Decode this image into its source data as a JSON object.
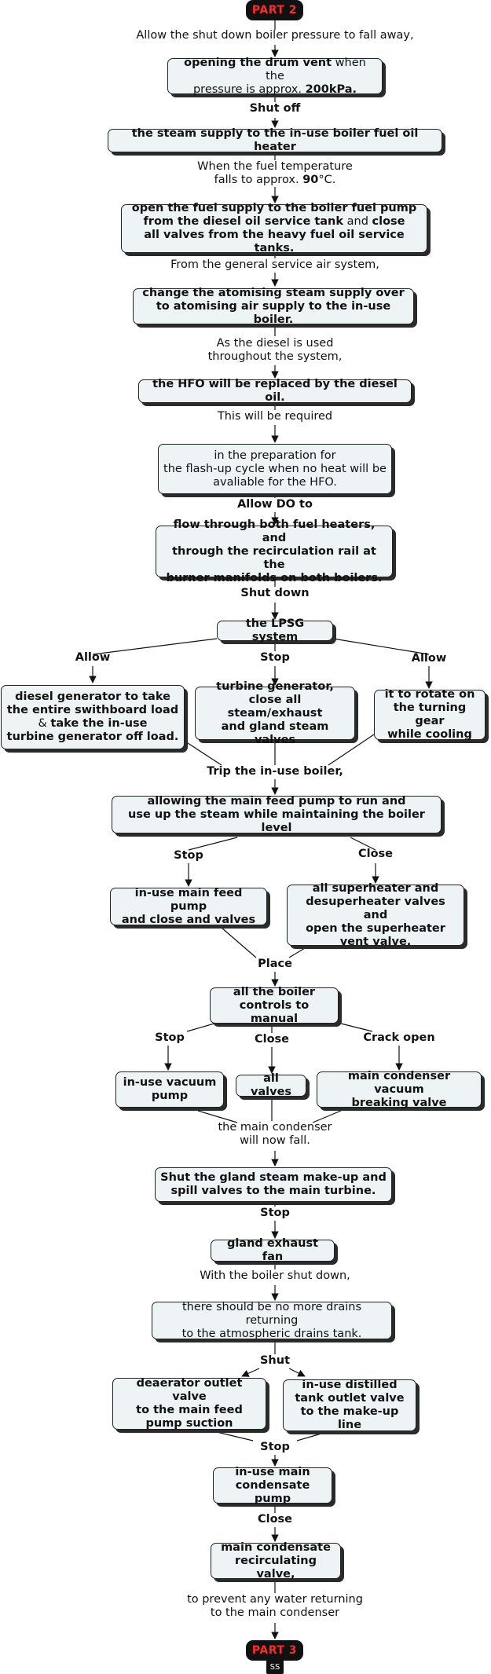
{
  "part_top": "PART 2",
  "part_bottom": "PART 3",
  "logo_text": "SS",
  "boxes": {
    "b1": {
      "segs": [
        {
          "t": "opening the drum vent",
          "b": true
        },
        {
          "t": " when the\npressure is approx. ",
          "b": false
        },
        {
          "t": "200kPa.",
          "b": true
        }
      ]
    },
    "b2": {
      "segs": [
        {
          "t": "the steam supply to the in-use boiler fuel oil heater",
          "b": true
        }
      ]
    },
    "b3": {
      "segs": [
        {
          "t": "open the fuel supply to the boiler fuel pump\nfrom the diesel oil service tank",
          "b": true
        },
        {
          "t": " and ",
          "b": false
        },
        {
          "t": "close\nall valves from the heavy fuel oil service tanks.",
          "b": true
        }
      ]
    },
    "b4": {
      "segs": [
        {
          "t": "change the atomising steam supply over\nto atomising air supply to the in-use boiler.",
          "b": true
        }
      ]
    },
    "b5": {
      "segs": [
        {
          "t": "the HFO will be replaced by the diesel oil.",
          "b": true
        }
      ]
    },
    "b6": {
      "segs": [
        {
          "t": "in the preparation for\nthe flash-up cycle when no heat will be\navaliable for the HFO.",
          "b": false
        }
      ]
    },
    "b7": {
      "segs": [
        {
          "t": "flow through both fuel heaters, and\nthrough the recirculation rail at the\nburner manifolds on both boilers.",
          "b": true
        }
      ]
    },
    "b8": {
      "segs": [
        {
          "t": "the LPSG system",
          "b": true
        }
      ]
    },
    "b9": {
      "segs": [
        {
          "t": "diesel generator to take\nthe entire swithboard load\n",
          "b": true
        },
        {
          "t": "& ",
          "b": false
        },
        {
          "t": "take the in-use\nturbine generator off load.",
          "b": true
        }
      ]
    },
    "b10": {
      "segs": [
        {
          "t": "turbine generator,\nclose all steam/exhaust\nand gland steam valves",
          "b": true
        }
      ]
    },
    "b11": {
      "segs": [
        {
          "t": "it to rotate on\nthe turning gear\nwhile cooling",
          "b": true
        }
      ]
    },
    "b12": {
      "segs": [
        {
          "t": "allowing the main feed pump to run and\nuse up the steam while maintaining the boiler level",
          "b": true
        }
      ]
    },
    "b13": {
      "segs": [
        {
          "t": "in-use main feed pump\nand close and valves",
          "b": true
        }
      ]
    },
    "b14": {
      "segs": [
        {
          "t": "all superheater and\ndesuperheater valves and\nopen the superheater\nvent valve.",
          "b": true
        }
      ]
    },
    "b15": {
      "segs": [
        {
          "t": "all the boiler\ncontrols to manual",
          "b": true
        }
      ]
    },
    "b16": {
      "segs": [
        {
          "t": "in-use vacuum\npump",
          "b": true
        }
      ]
    },
    "b17": {
      "segs": [
        {
          "t": "all valves",
          "b": true
        }
      ]
    },
    "b18": {
      "segs": [
        {
          "t": "main condenser vacuum\nbreaking valve",
          "b": true
        }
      ]
    },
    "b19": {
      "segs": [
        {
          "t": "Shut the gland steam make-up and\nspill valves to the main turbine.",
          "b": true
        }
      ]
    },
    "b20": {
      "segs": [
        {
          "t": "gland exhaust fan",
          "b": true
        }
      ]
    },
    "b21": {
      "segs": [
        {
          "t": "there should be no more drains returning\nto the atmospheric drains tank.",
          "b": false
        }
      ]
    },
    "b22": {
      "segs": [
        {
          "t": "deaerator outlet valve\nto the main feed\npump suction",
          "b": true
        }
      ]
    },
    "b23": {
      "segs": [
        {
          "t": "in-use distilled\ntank outlet valve\nto the make-up line",
          "b": true
        }
      ]
    },
    "b24": {
      "segs": [
        {
          "t": "in-use main\ncondensate pump",
          "b": true
        }
      ]
    },
    "b25": {
      "segs": [
        {
          "t": "main condensate\nrecirculating valve,",
          "b": true
        }
      ]
    }
  },
  "labels": {
    "l1": {
      "segs": [
        {
          "t": "Allow the shut down boiler pressure to fall away,",
          "b": false
        }
      ]
    },
    "l2": {
      "segs": [
        {
          "t": "Shut off",
          "b": true
        }
      ]
    },
    "l3": {
      "segs": [
        {
          "t": "When the fuel temperature\nfalls to approx. ",
          "b": false
        },
        {
          "t": "90",
          "b": true
        },
        {
          "t": "°C.",
          "b": false
        }
      ]
    },
    "l4": {
      "segs": [
        {
          "t": "From the general service air system,",
          "b": false
        }
      ]
    },
    "l5": {
      "segs": [
        {
          "t": "As the diesel is used\nthroughout the system,",
          "b": false
        }
      ]
    },
    "l6": {
      "segs": [
        {
          "t": "This will be required",
          "b": false
        }
      ]
    },
    "l7": {
      "segs": [
        {
          "t": "Allow DO to",
          "b": true
        }
      ]
    },
    "l8": {
      "segs": [
        {
          "t": "Shut down",
          "b": true
        }
      ]
    },
    "l9": {
      "segs": [
        {
          "t": "Allow",
          "b": true
        }
      ]
    },
    "l10": {
      "segs": [
        {
          "t": "Stop",
          "b": true
        }
      ]
    },
    "l11": {
      "segs": [
        {
          "t": "Allow",
          "b": true
        }
      ]
    },
    "l12": {
      "segs": [
        {
          "t": "Trip the in-use boiler,",
          "b": true
        }
      ]
    },
    "l13": {
      "segs": [
        {
          "t": "Stop",
          "b": true
        }
      ]
    },
    "l14": {
      "segs": [
        {
          "t": "Close",
          "b": true
        }
      ]
    },
    "l15": {
      "segs": [
        {
          "t": "Place",
          "b": true
        }
      ]
    },
    "l16": {
      "segs": [
        {
          "t": "Stop",
          "b": true
        }
      ]
    },
    "l17": {
      "segs": [
        {
          "t": "Close",
          "b": true
        }
      ]
    },
    "l18": {
      "segs": [
        {
          "t": "Crack open",
          "b": true
        }
      ]
    },
    "l19": {
      "segs": [
        {
          "t": "the main condenser\nwill now fall.",
          "b": false
        }
      ]
    },
    "l20": {
      "segs": [
        {
          "t": "Stop",
          "b": true
        }
      ]
    },
    "l21": {
      "segs": [
        {
          "t": "With the boiler shut down,",
          "b": false
        }
      ]
    },
    "l22": {
      "segs": [
        {
          "t": "Shut",
          "b": true
        }
      ]
    },
    "l23": {
      "segs": [
        {
          "t": "Stop",
          "b": true
        }
      ]
    },
    "l24": {
      "segs": [
        {
          "t": "Close",
          "b": true
        }
      ]
    },
    "l25": {
      "segs": [
        {
          "t": "to prevent any water returning\nto the main condenser",
          "b": false
        }
      ]
    }
  }
}
